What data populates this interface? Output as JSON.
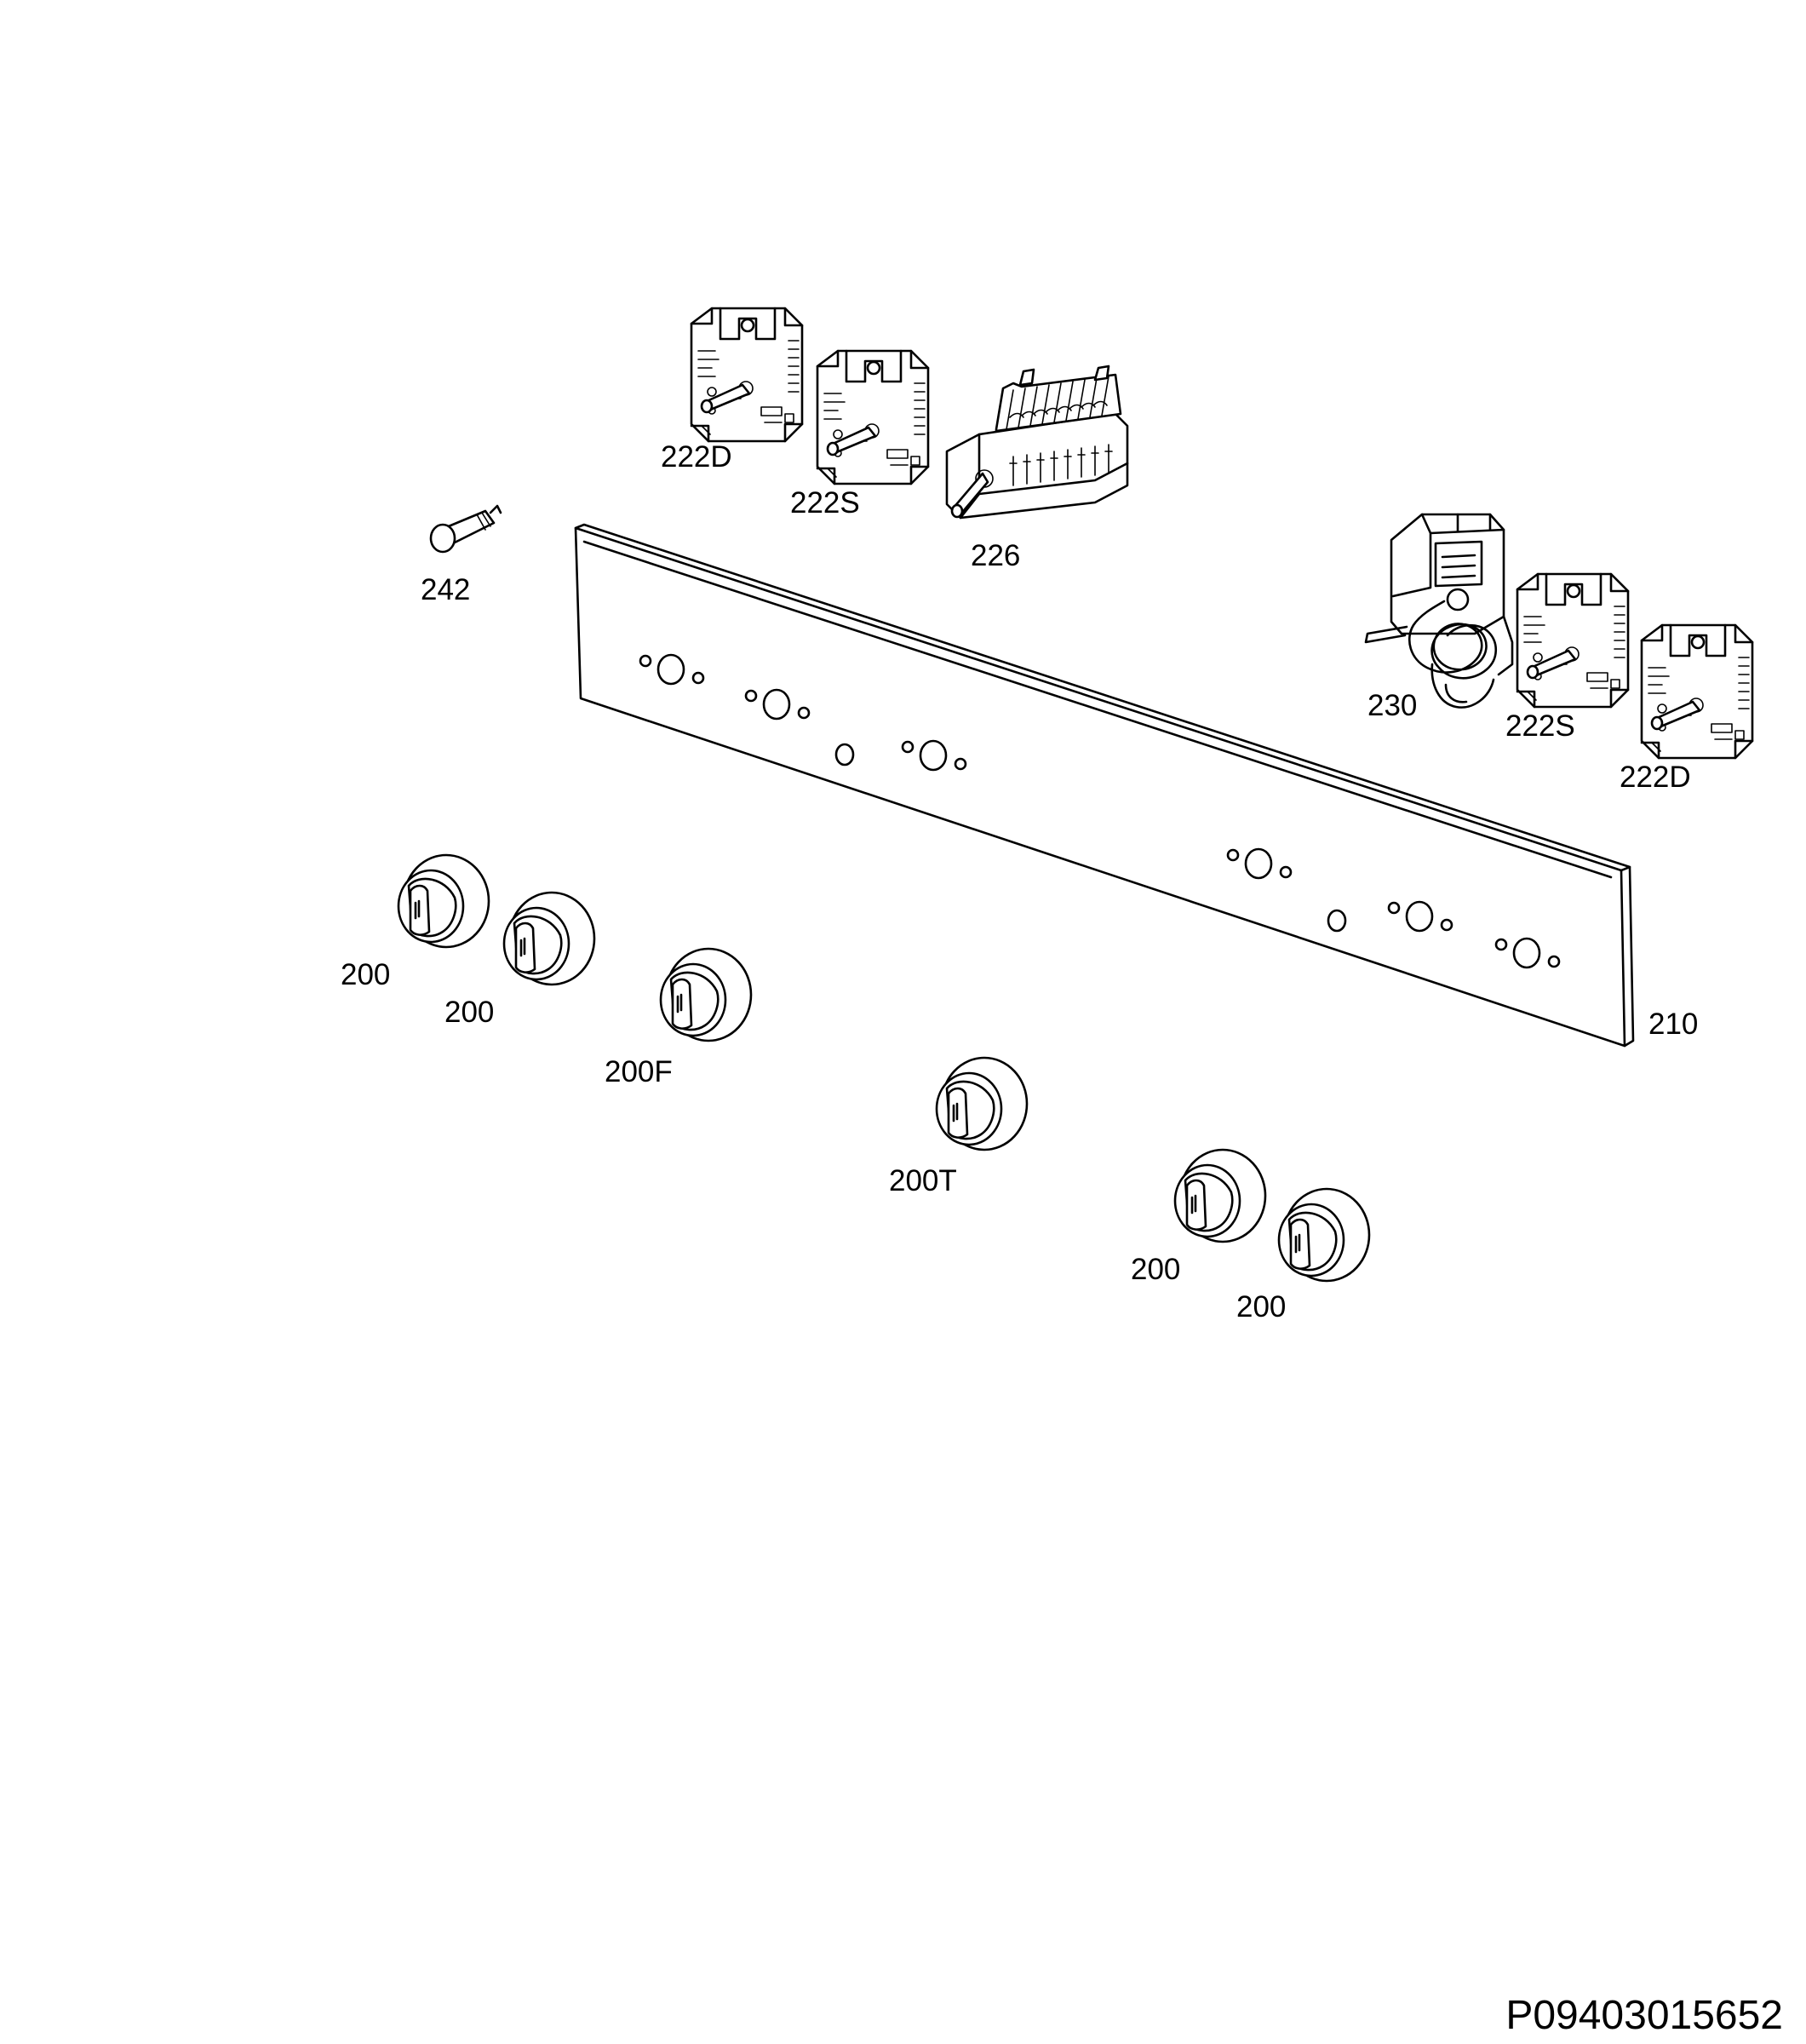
{
  "diagram": {
    "drawing_code": "P09403015652",
    "labels": {
      "switch_222D_left": "222D",
      "switch_222S_left": "222S",
      "selector_226": "226",
      "lamp_242": "242",
      "thermostat_230": "230",
      "switch_222S_right": "222S",
      "switch_222D_right": "222D",
      "panel_210": "210",
      "knob_1": "200",
      "knob_2": "200",
      "knob_200F": "200F",
      "knob_200T": "200T",
      "knob_5": "200",
      "knob_6": "200"
    }
  }
}
